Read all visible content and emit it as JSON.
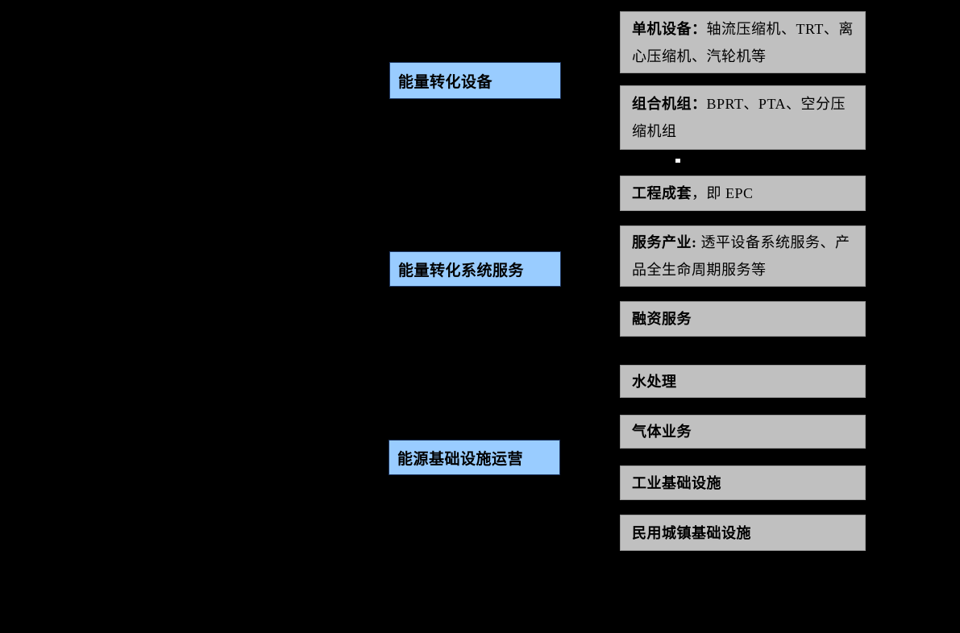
{
  "colors": {
    "background": "#000000",
    "category_fill": "#99CCFF",
    "category_border": "#1F3864",
    "item_fill": "#C0C0C0",
    "item_border": "#9A9A9A",
    "text": "#000000"
  },
  "groups": [
    {
      "label": "能量转化设备",
      "items": [
        {
          "prefix": "单机设备：",
          "text": "轴流压缩机、TRT、离心压缩机、汽轮机等"
        },
        {
          "prefix": "组合机组：",
          "text": "BPRT、PTA、空分压缩机组"
        }
      ]
    },
    {
      "label": "能量转化系统服务",
      "items": [
        {
          "prefix": "工程成套",
          "text": "，即 EPC"
        },
        {
          "prefix": "服务产业: ",
          "text": "透平设备系统服务、产品全生命周期服务等"
        },
        {
          "prefix": "融资服务",
          "text": ""
        }
      ]
    },
    {
      "label": "能源基础设施运营",
      "items": [
        {
          "prefix": "水处理",
          "text": ""
        },
        {
          "prefix": "气体业务",
          "text": ""
        },
        {
          "prefix": "工业基础设施",
          "text": ""
        },
        {
          "prefix": "民用城镇基础设施",
          "text": ""
        }
      ]
    }
  ]
}
